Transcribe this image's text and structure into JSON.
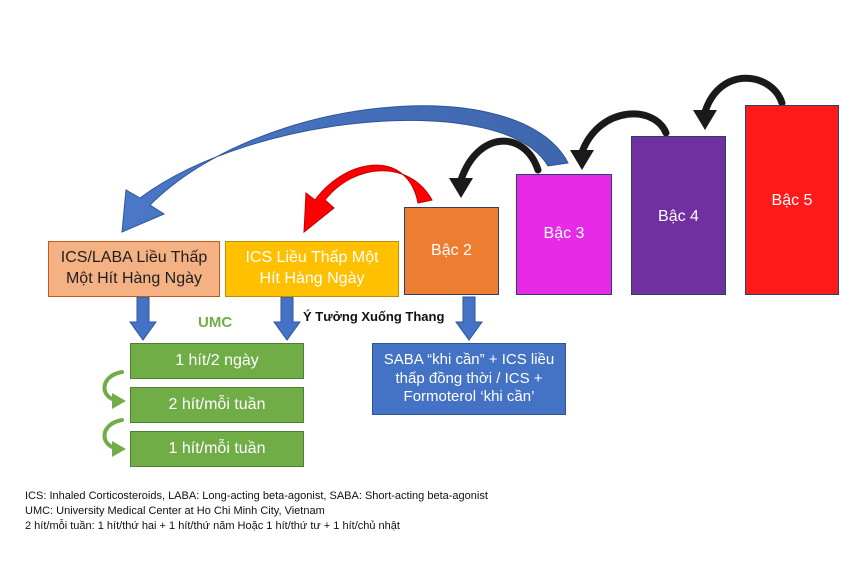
{
  "steps": [
    {
      "label": "Bậc 2",
      "color": "#ed7d31"
    },
    {
      "label": "Bậc 3",
      "color": "#e62ae6"
    },
    {
      "label": "Bậc 4",
      "color": "#7030a0"
    },
    {
      "label": "Bậc 5",
      "color": "#ff1a1a"
    }
  ],
  "options": {
    "ics_laba": "ICS/LABA Liều Thấp Một Hít Hàng Ngày",
    "ics_low": "ICS Liều Thấp Một Hít Hàng Ngày",
    "saba": "SABA “khi cần” + ICS liều thấp đồng thời / ICS + Formoterol ‘khi cần’"
  },
  "umc": {
    "label": "UMC",
    "schedule": [
      "1 hít/2 ngày",
      "2 hít/mỗi tuần",
      "1 hít/mỗi tuần"
    ]
  },
  "stepdown_label": "Ý Tưởng Xuống Thang",
  "footnotes": [
    "ICS: Inhaled Corticosteroids, LABA: Long-acting beta-agonist, SABA: Short-acting beta-agonist",
    "UMC: University Medical Center at Ho Chi Minh City, Vietnam",
    "2 hít/mỗi tuần: 1 hít/thứ hai + 1 hít/thứ năm Hoặc 1 hít/thứ tư + 1 hít/chủ nhật"
  ],
  "colors": {
    "ics_laba_bg": "#f4b183",
    "ics_low_bg": "#ffc000",
    "saba_bg": "#4472c4",
    "umc_bg": "#70ad47",
    "umc_text": "#70ad47",
    "blue_arrow": "#4472c4",
    "red_arrow": "#ff0000",
    "black_arrow": "#1a1a1a"
  }
}
